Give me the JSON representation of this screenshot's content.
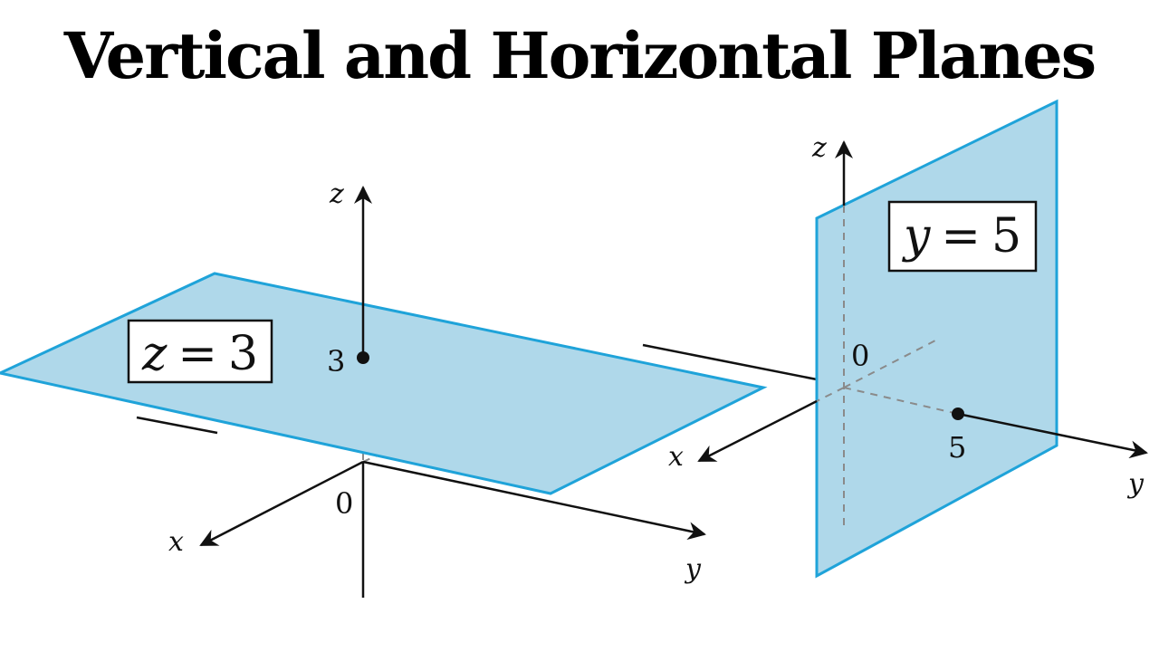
{
  "title": "Vertical and Horizontal Planes",
  "colors": {
    "plane_fill": "#afd8ea",
    "plane_stroke": "#1fa3d9",
    "axis": "#111111",
    "hidden_axis": "#8a8a8a"
  },
  "left_diagram": {
    "equation": {
      "variable": "z",
      "operator": "=",
      "value": "3"
    },
    "axis_labels": {
      "x": "x",
      "y": "y",
      "z": "z"
    },
    "origin_label": "0",
    "point_label": "3"
  },
  "right_diagram": {
    "equation": {
      "variable": "y",
      "operator": "=",
      "value": "5"
    },
    "axis_labels": {
      "x": "x",
      "y": "y",
      "z": "z"
    },
    "origin_label": "0",
    "point_label": "5"
  }
}
